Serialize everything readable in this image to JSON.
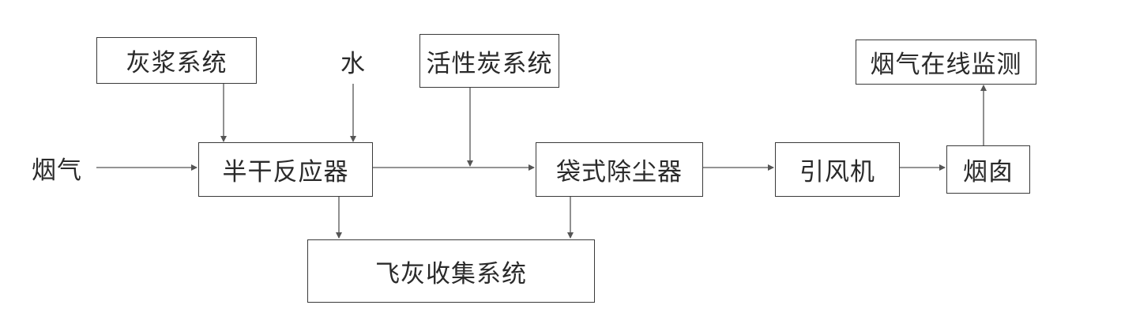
{
  "nodes": {
    "lime_slurry": "灰浆系统",
    "water": "水",
    "activated_carbon": "活性炭系统",
    "cems": "烟气在线监测",
    "flue_gas_in": "烟气",
    "semi_dry_reactor": "半干反应器",
    "bag_filter": "袋式除尘器",
    "induced_draft_fan": "引风机",
    "chimney": "烟囱",
    "fly_ash_collection": "飞灰收集系统"
  },
  "colors": {
    "line": "#555555",
    "border": "#3a3a3a",
    "text": "#2a2a2a"
  }
}
